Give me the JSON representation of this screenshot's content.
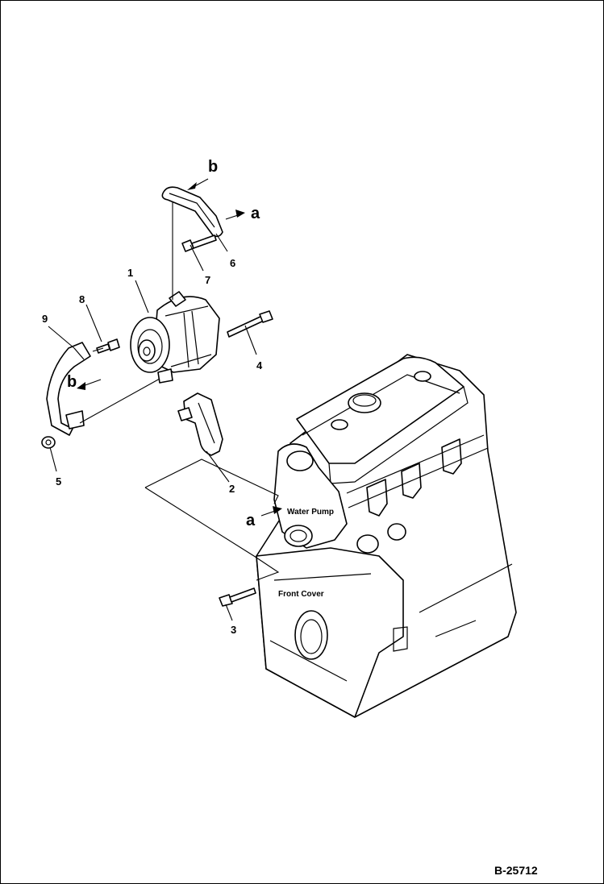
{
  "diagram": {
    "ref_letters": {
      "b_top": "b",
      "a_right": "a",
      "b_left": "b",
      "a_engine": "a"
    },
    "part_numbers": {
      "p1": "1",
      "p2": "2",
      "p3": "3",
      "p4": "4",
      "p5": "5",
      "p6": "6",
      "p7": "7",
      "p8": "8",
      "p9": "9"
    },
    "callouts": {
      "water_pump": "Water Pump",
      "front_cover": "Front Cover"
    },
    "document_id": "B-25712"
  }
}
